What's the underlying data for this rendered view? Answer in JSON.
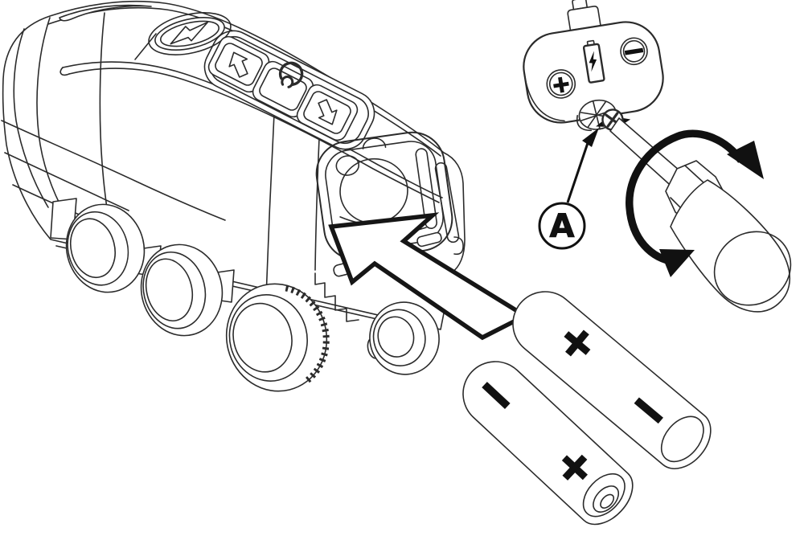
{
  "canvas": {
    "background": "#ffffff",
    "line_color": "#2b2b2b",
    "bold_color": "#111111"
  },
  "callout": {
    "label": "A"
  },
  "door": {
    "plus": "+",
    "minus": "−"
  },
  "batteries": {
    "top": {
      "plus": "+",
      "minus": "−"
    },
    "bottom": {
      "minus": "−",
      "plus": "+"
    }
  },
  "icons": {
    "train_buttons": [
      "lightning-bolt",
      "arrow-up",
      "loop-arrow",
      "arrow-down"
    ],
    "door_icon": "battery-with-lightning-bolt",
    "action_icons": [
      "insert-arrow",
      "rotation-arrow",
      "phillips-screw"
    ]
  }
}
